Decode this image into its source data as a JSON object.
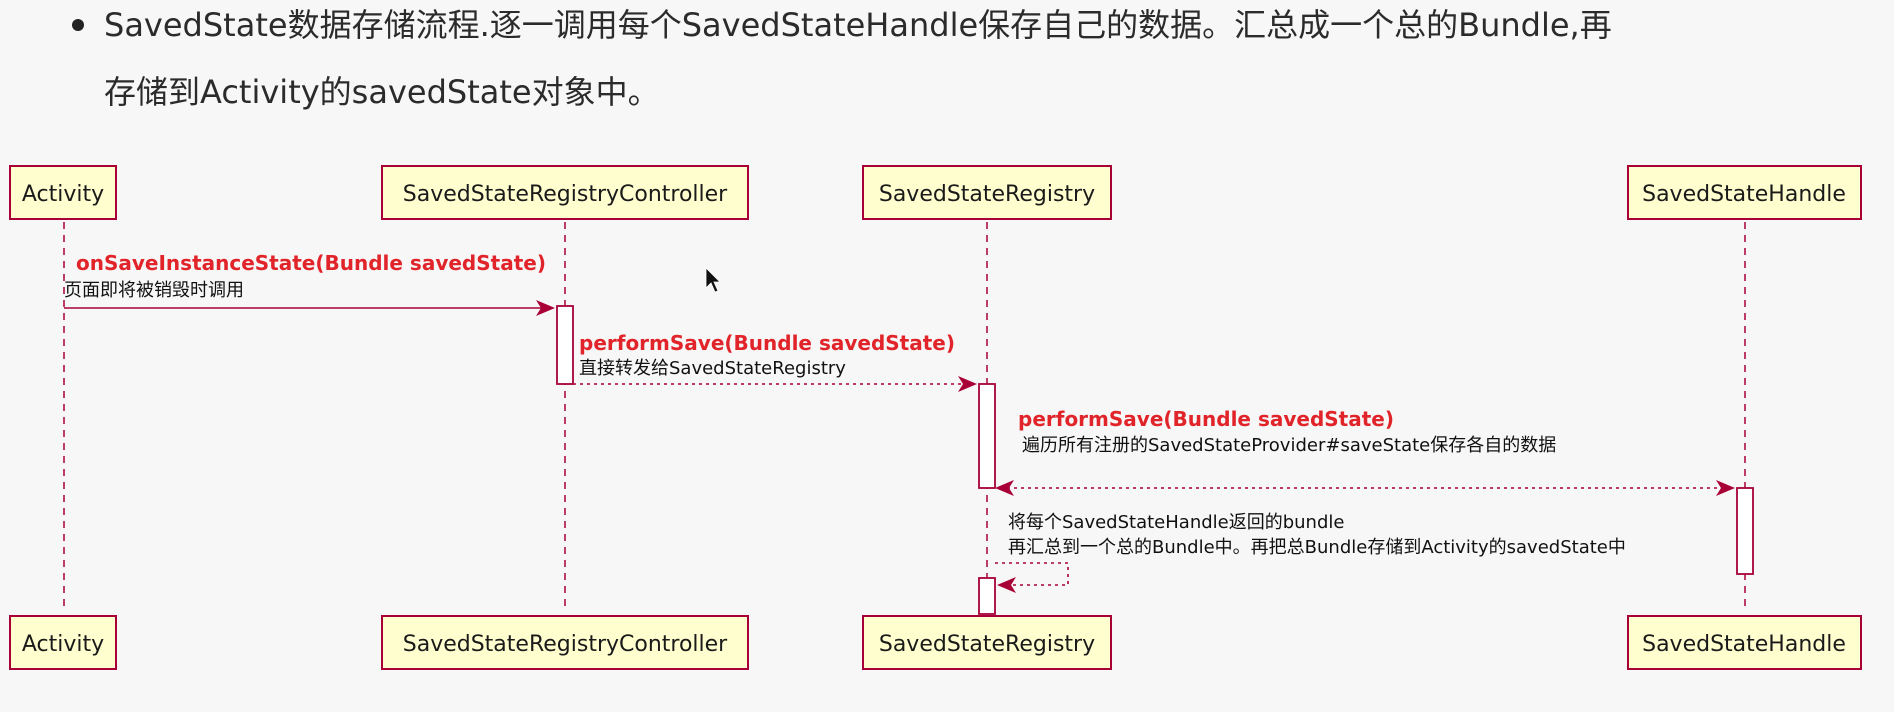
{
  "header": {
    "line1": "SavedState数据存储流程.逐一调用每个SavedStateHandle保存自己的数据。汇总成一个总的Bundle,再",
    "line2": "存储到Activity的savedState对象中。"
  },
  "diagram": {
    "participants": [
      {
        "id": "activity",
        "label": "Activity"
      },
      {
        "id": "controller",
        "label": "SavedStateRegistryController"
      },
      {
        "id": "registry",
        "label": "SavedStateRegistry"
      },
      {
        "id": "handle",
        "label": "SavedStateHandle"
      }
    ],
    "messages": [
      {
        "title": "onSaveInstanceState(Bundle savedState)",
        "text": "页面即将被销毁时调用"
      },
      {
        "title": "performSave(Bundle savedState)",
        "text": "直接转发给SavedStateRegistry"
      },
      {
        "title": "performSave(Bundle savedState)",
        "text": "遍历所有注册的SavedStateProvider#saveState保存各自的数据"
      },
      {
        "title": "",
        "text": "将每个SavedStateHandle返回的bundle",
        "text2": "再汇总到一个总的Bundle中。再把总Bundle存储到Activity的savedState中"
      }
    ],
    "colors": {
      "participant_fill": "#fefece",
      "border": "#a80036",
      "message_title": "#e1242a"
    }
  }
}
